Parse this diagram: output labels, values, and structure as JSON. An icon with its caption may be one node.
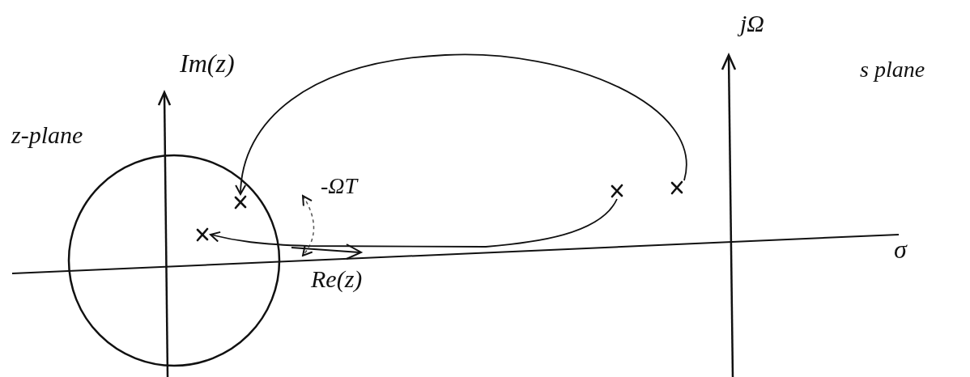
{
  "diagram": {
    "nodes": [
      {
        "text": [],
        "shape": "cross"
      },
      {
        "text": [],
        "shape": "cross"
      },
      {
        "text": [],
        "shape": "cross"
      },
      {
        "text": [],
        "shape": "cross"
      }
    ],
    "edges": [
      {
        "from": 1,
        "to": 2,
        "arrow": "to"
      },
      {
        "from": 0,
        "to": 3,
        "arrow": "to"
      }
    ],
    "labels": [
      "Im(z)",
      "z-plane",
      "-ΩT",
      "Re(z)",
      "jΩ",
      "s plane",
      "σ"
    ]
  }
}
